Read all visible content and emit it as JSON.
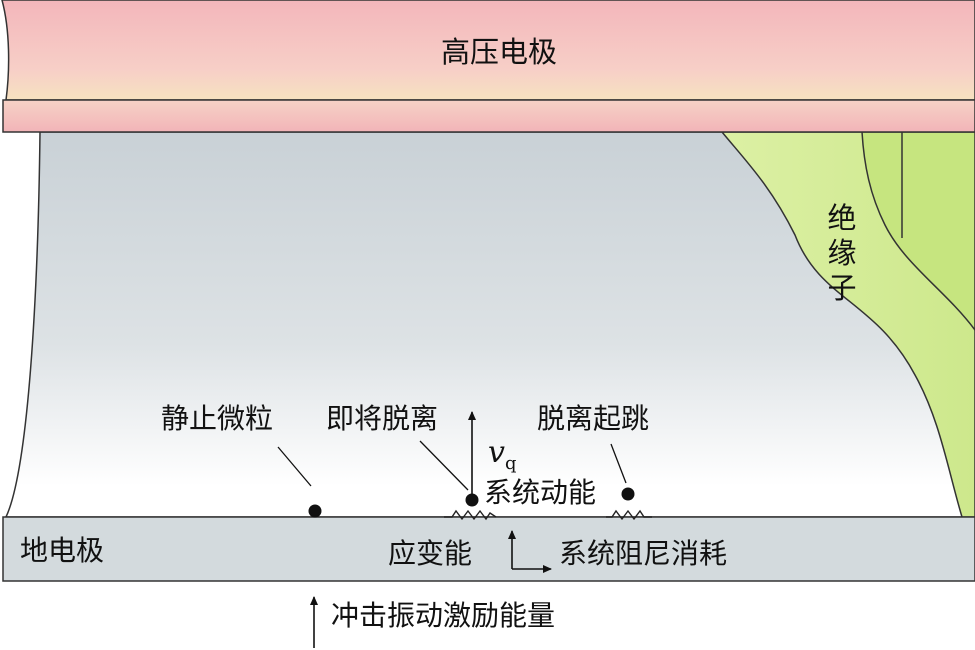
{
  "labels": {
    "hv_electrode": "高压电极",
    "insulator": "绝缘子",
    "ground_electrode": "地电极",
    "static_particle": "静止微粒",
    "about_to_leave": "即将脱离",
    "detached_jump": "脱离起跳",
    "velocity_symbol": "v",
    "velocity_subscript": "q",
    "system_kinetic_energy": "系统动能",
    "strain_energy": "应变能",
    "system_damping_loss": "系统阻尼消耗",
    "impact_vibration_energy": "冲击振动激励能量"
  },
  "colors": {
    "hv_electrode": "#f4b9bd",
    "insulator": "#d9ef9e",
    "ground_electrode": "#d3dadd",
    "gas_gap": "#cbd3d7"
  }
}
